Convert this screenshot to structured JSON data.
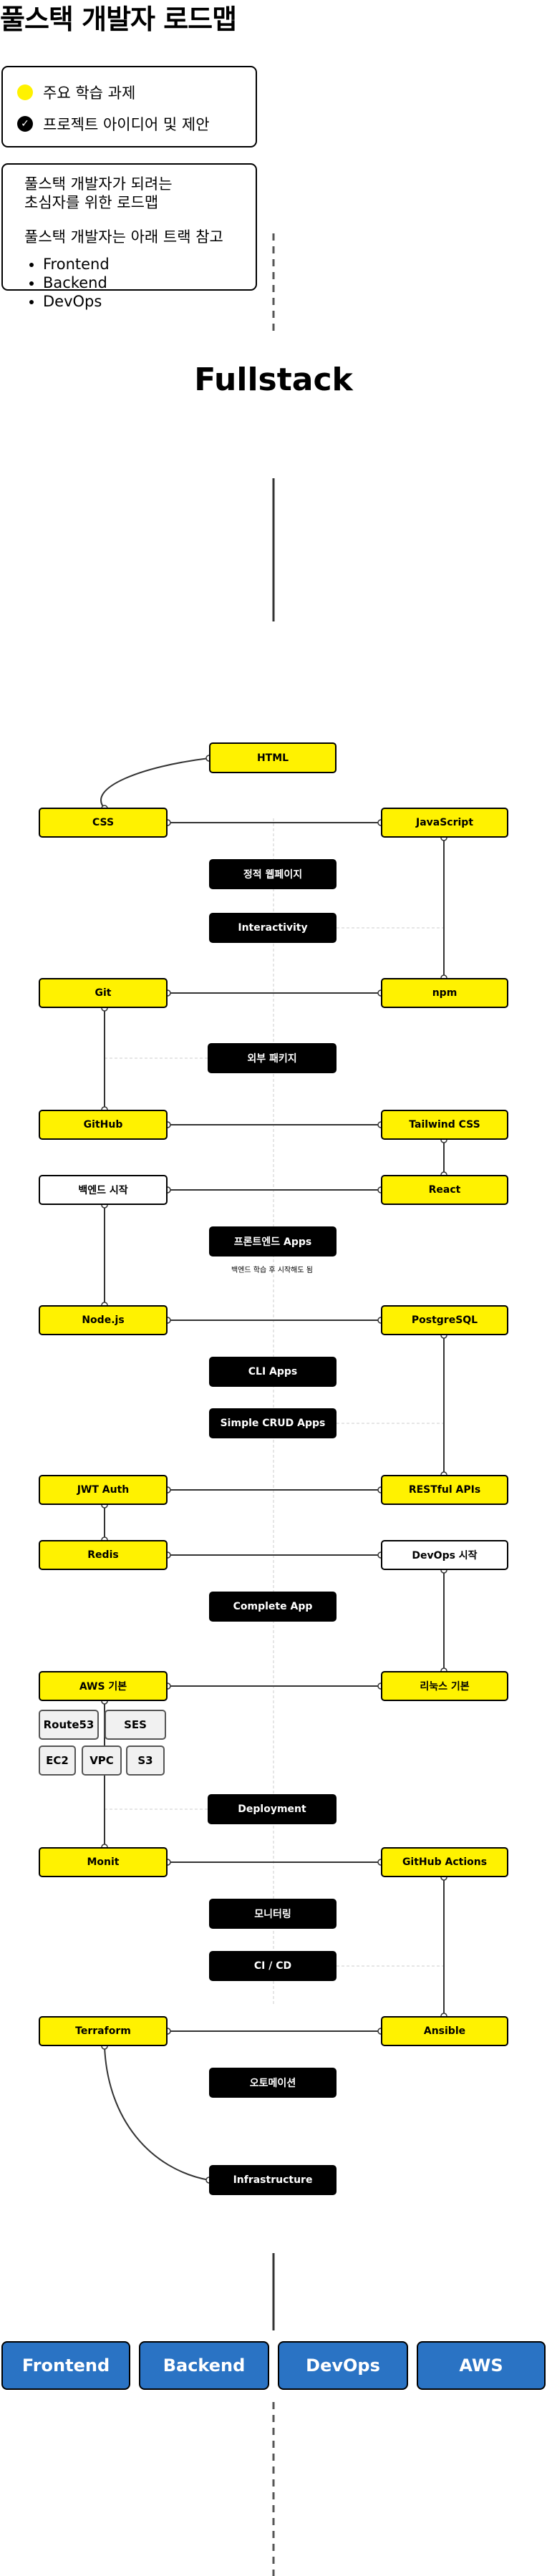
{
  "page": {
    "title": "풀스택 개발자 로드맵",
    "legend": {
      "primary": "주요 학습 과제",
      "secondary": "프로젝트 아이디어 및 제안"
    },
    "intro": {
      "line1": "풀스택 개발자가 되려는",
      "line2": "초심자를 위한 로드맵",
      "line3": "풀스택 개발자는 아래 트랙 참고",
      "tracks": [
        "Frontend",
        "Backend",
        "DevOps"
      ]
    },
    "center_title": "Fullstack"
  },
  "nodes": {
    "html": "HTML",
    "css": "CSS",
    "javascript": "JavaScript",
    "static_webpage": "정적 웹페이지",
    "interactivity": "Interactivity",
    "git": "Git",
    "npm": "npm",
    "external_packages": "외부 패키지",
    "github": "GitHub",
    "tailwind": "Tailwind CSS",
    "backend_start": "백엔드 시작",
    "react": "React",
    "frontend_apps": "프론트엔드 Apps",
    "frontend_note": "백엔드 학습 후 시작해도 됨",
    "nodejs": "Node.js",
    "postgresql": "PostgreSQL",
    "cli_apps": "CLI Apps",
    "crud_apps": "Simple CRUD Apps",
    "jwt": "JWT Auth",
    "restful": "RESTful APIs",
    "redis": "Redis",
    "devops_start": "DevOps 시작",
    "complete_app": "Complete App",
    "aws_basics": "AWS 기본",
    "linux_basics": "리눅스 기본",
    "route53": "Route53",
    "ses": "SES",
    "ec2": "EC2",
    "vpc": "VPC",
    "s3": "S3",
    "deployment": "Deployment",
    "monit": "Monit",
    "github_actions": "GitHub Actions",
    "monitoring": "모니터링",
    "cicd": "CI / CD",
    "terraform": "Terraform",
    "ansible": "Ansible",
    "automation": "오토메이션",
    "infrastructure": "Infrastructure"
  },
  "tracks": {
    "frontend": "Frontend",
    "backend": "Backend",
    "devops": "DevOps",
    "aws": "AWS"
  },
  "colors": {
    "primary": "#fff200",
    "secondary": "#000000",
    "track_button": "#2a73c4"
  }
}
